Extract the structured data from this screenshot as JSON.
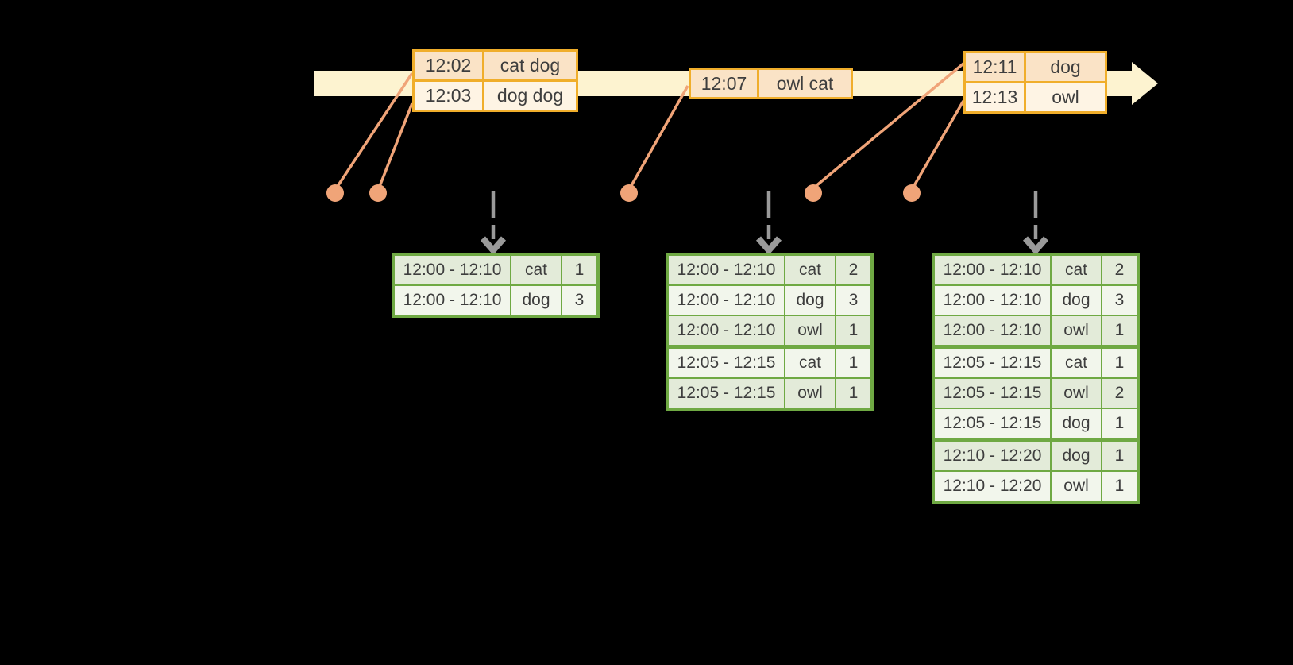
{
  "colors": {
    "background": "#000000",
    "timeline_band": "#FDF3D0",
    "event_table_border": "#F0AE2B",
    "event_row_dark": "#FAE3C6",
    "event_row_light": "#FEF4E4",
    "connector_and_dot": "#F0A478",
    "trigger_arrow_gray": "#9A9A9A",
    "result_table_border": "#6FA943",
    "result_row_dark": "#E3EBD9",
    "result_row_light": "#F2F6EC",
    "text": "#3E3E3E"
  },
  "events": [
    {
      "rows": [
        {
          "time": "12:02",
          "words": "cat dog"
        },
        {
          "time": "12:03",
          "words": "dog dog"
        }
      ]
    },
    {
      "rows": [
        {
          "time": "12:07",
          "words": "owl cat"
        }
      ]
    },
    {
      "rows": [
        {
          "time": "12:11",
          "words": "dog"
        },
        {
          "time": "12:13",
          "words": "owl"
        }
      ]
    }
  ],
  "result_tables": [
    {
      "rows": [
        {
          "window": "12:00 - 12:10",
          "word": "cat",
          "count": "1"
        },
        {
          "window": "12:00 - 12:10",
          "word": "dog",
          "count": "3"
        }
      ]
    },
    {
      "rows": [
        {
          "window": "12:00 - 12:10",
          "word": "cat",
          "count": "2"
        },
        {
          "window": "12:00 - 12:10",
          "word": "dog",
          "count": "3"
        },
        {
          "window": "12:00 - 12:10",
          "word": "owl",
          "count": "1"
        },
        {
          "window": "12:05 - 12:15",
          "word": "cat",
          "count": "1"
        },
        {
          "window": "12:05 - 12:15",
          "word": "owl",
          "count": "1"
        }
      ]
    },
    {
      "rows": [
        {
          "window": "12:00 - 12:10",
          "word": "cat",
          "count": "2"
        },
        {
          "window": "12:00 - 12:10",
          "word": "dog",
          "count": "3"
        },
        {
          "window": "12:00 - 12:10",
          "word": "owl",
          "count": "1"
        },
        {
          "window": "12:05 - 12:15",
          "word": "cat",
          "count": "1"
        },
        {
          "window": "12:05 - 12:15",
          "word": "owl",
          "count": "2"
        },
        {
          "window": "12:05 - 12:15",
          "word": "dog",
          "count": "1"
        },
        {
          "window": "12:10 - 12:20",
          "word": "dog",
          "count": "1"
        },
        {
          "window": "12:10 - 12:20",
          "word": "owl",
          "count": "1"
        }
      ]
    }
  ],
  "icons": {
    "timeline_arrow": "right-arrow",
    "event_marker": "dot",
    "trigger_arrow": "dashed-down-arrow"
  }
}
